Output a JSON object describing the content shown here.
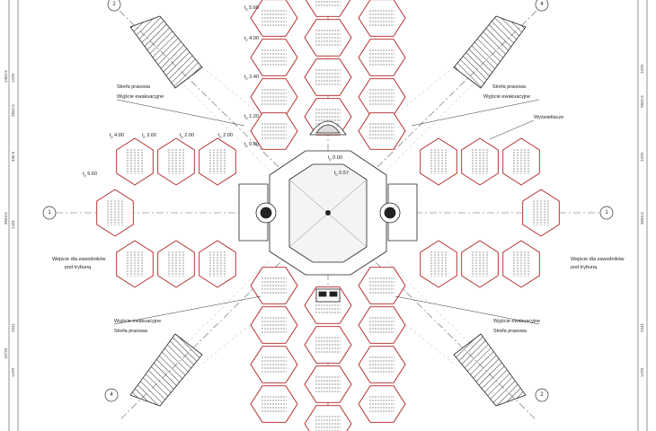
{
  "plan": {
    "axis_markers": {
      "top_left": "2",
      "top_right": "4",
      "left": "1",
      "right": "1",
      "bottom_left": "4",
      "bottom_right": "2"
    },
    "levels": {
      "t_560": "5.60",
      "t_400": "4.00",
      "t_240": "2.40",
      "t_120": "1.20",
      "t_000": "0.00",
      "t_480": "4.80",
      "t_360": "3.60",
      "t_200a": "2.00",
      "t_200b": "2.00",
      "t_560w": "5.60",
      "center_000": "0.00",
      "center_057": "0.57",
      "level_prefix": "t"
    },
    "annotations": {
      "press_zone_tl": "Strefa prasowa",
      "evac_exit_tl": "Wyjście ewakuacyjne",
      "press_zone_tr": "Strefa prasowa",
      "evac_exit_tr": "Wyjście ewakuacyjne",
      "scoreboards": "Wyświetlacze",
      "athletes_entry_left_1": "Wejście dla zawodników",
      "athletes_entry_left_2": "pod trybuną",
      "athletes_entry_right_1": "Wejście dla zawodników",
      "athletes_entry_right_2": "pod trybuną",
      "evac_exit_bl": "Wyjście ewakuacyjne",
      "press_zone_bl": "Strefa prasowa",
      "evac_exit_br": "Wyjście ewakuacyjne",
      "press_zone_br": "Strefa prasowa"
    },
    "dimensions": {
      "left": [
        "1362.5",
        "1470",
        "2842.5",
        "436.5",
        "9563.5",
        "1431",
        "2341",
        "13725",
        "1470"
      ],
      "right": [
        "1470",
        "2842.5",
        "1470",
        "9563.5",
        "2341",
        "1470"
      ]
    },
    "colors": {
      "hex_outline": "#b02020",
      "lines": "#555555",
      "dash": "#777777"
    }
  }
}
